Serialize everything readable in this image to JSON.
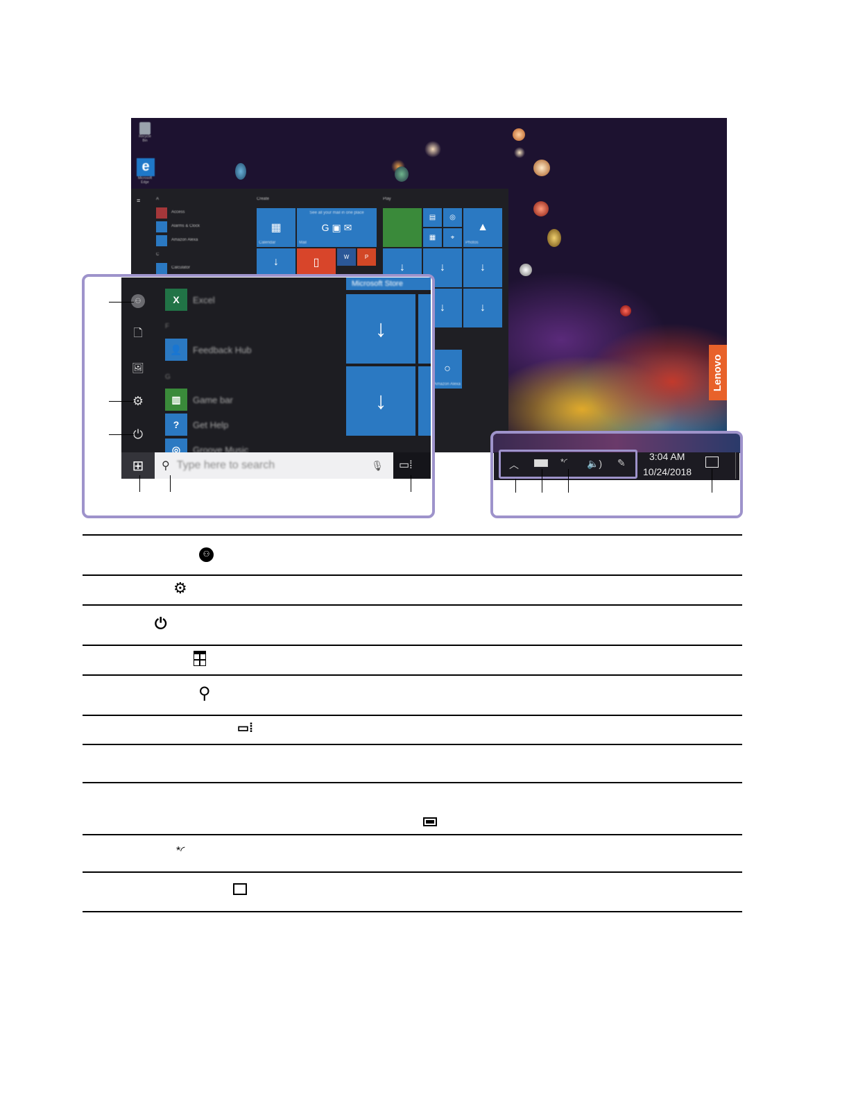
{
  "desktop": {
    "icons": [
      {
        "label": "Recycle Bin"
      },
      {
        "label": "Microsoft Edge"
      }
    ],
    "brand": "Lenovo"
  },
  "start_back": {
    "letters": [
      "A",
      "C"
    ],
    "apps": [
      "Access",
      "Alarms & Clock",
      "Amazon Alexa",
      "Calculator"
    ],
    "groups": {
      "create": "Create",
      "play": "Play"
    },
    "tiles": {
      "calendar": "Calendar",
      "mail": "Mail",
      "mail_sub": "See all your mail in one place",
      "photos": "Photos",
      "alexa": "Amazon Alexa"
    }
  },
  "start_front": {
    "apps": [
      {
        "label": "Excel"
      },
      {
        "label": "Feedback Hub"
      },
      {
        "label": "Game bar"
      },
      {
        "label": "Get Help"
      },
      {
        "label": "Groove Music"
      }
    ],
    "letters": [
      "F",
      "G"
    ],
    "store_tile": "Microsoft Store",
    "search_placeholder": "Type here to search"
  },
  "taskbar": {
    "time": "3:04 AM",
    "date": "10/24/2018"
  },
  "colors": {
    "callout_border": "#9e93cb",
    "tile_blue": "#2b79c2",
    "brand_orange": "#e8622a"
  },
  "table": {
    "rows": [
      {
        "icon": "account-icon"
      },
      {
        "icon": "settings-icon"
      },
      {
        "icon": "power-icon"
      },
      {
        "icon": "windows-start-icon"
      },
      {
        "icon": "search-icon"
      },
      {
        "icon": "task-view-icon"
      },
      {
        "icon": ""
      },
      {
        "icon": "battery-icon"
      },
      {
        "icon": "wireless-network-icon"
      },
      {
        "icon": "action-center-icon"
      }
    ]
  }
}
